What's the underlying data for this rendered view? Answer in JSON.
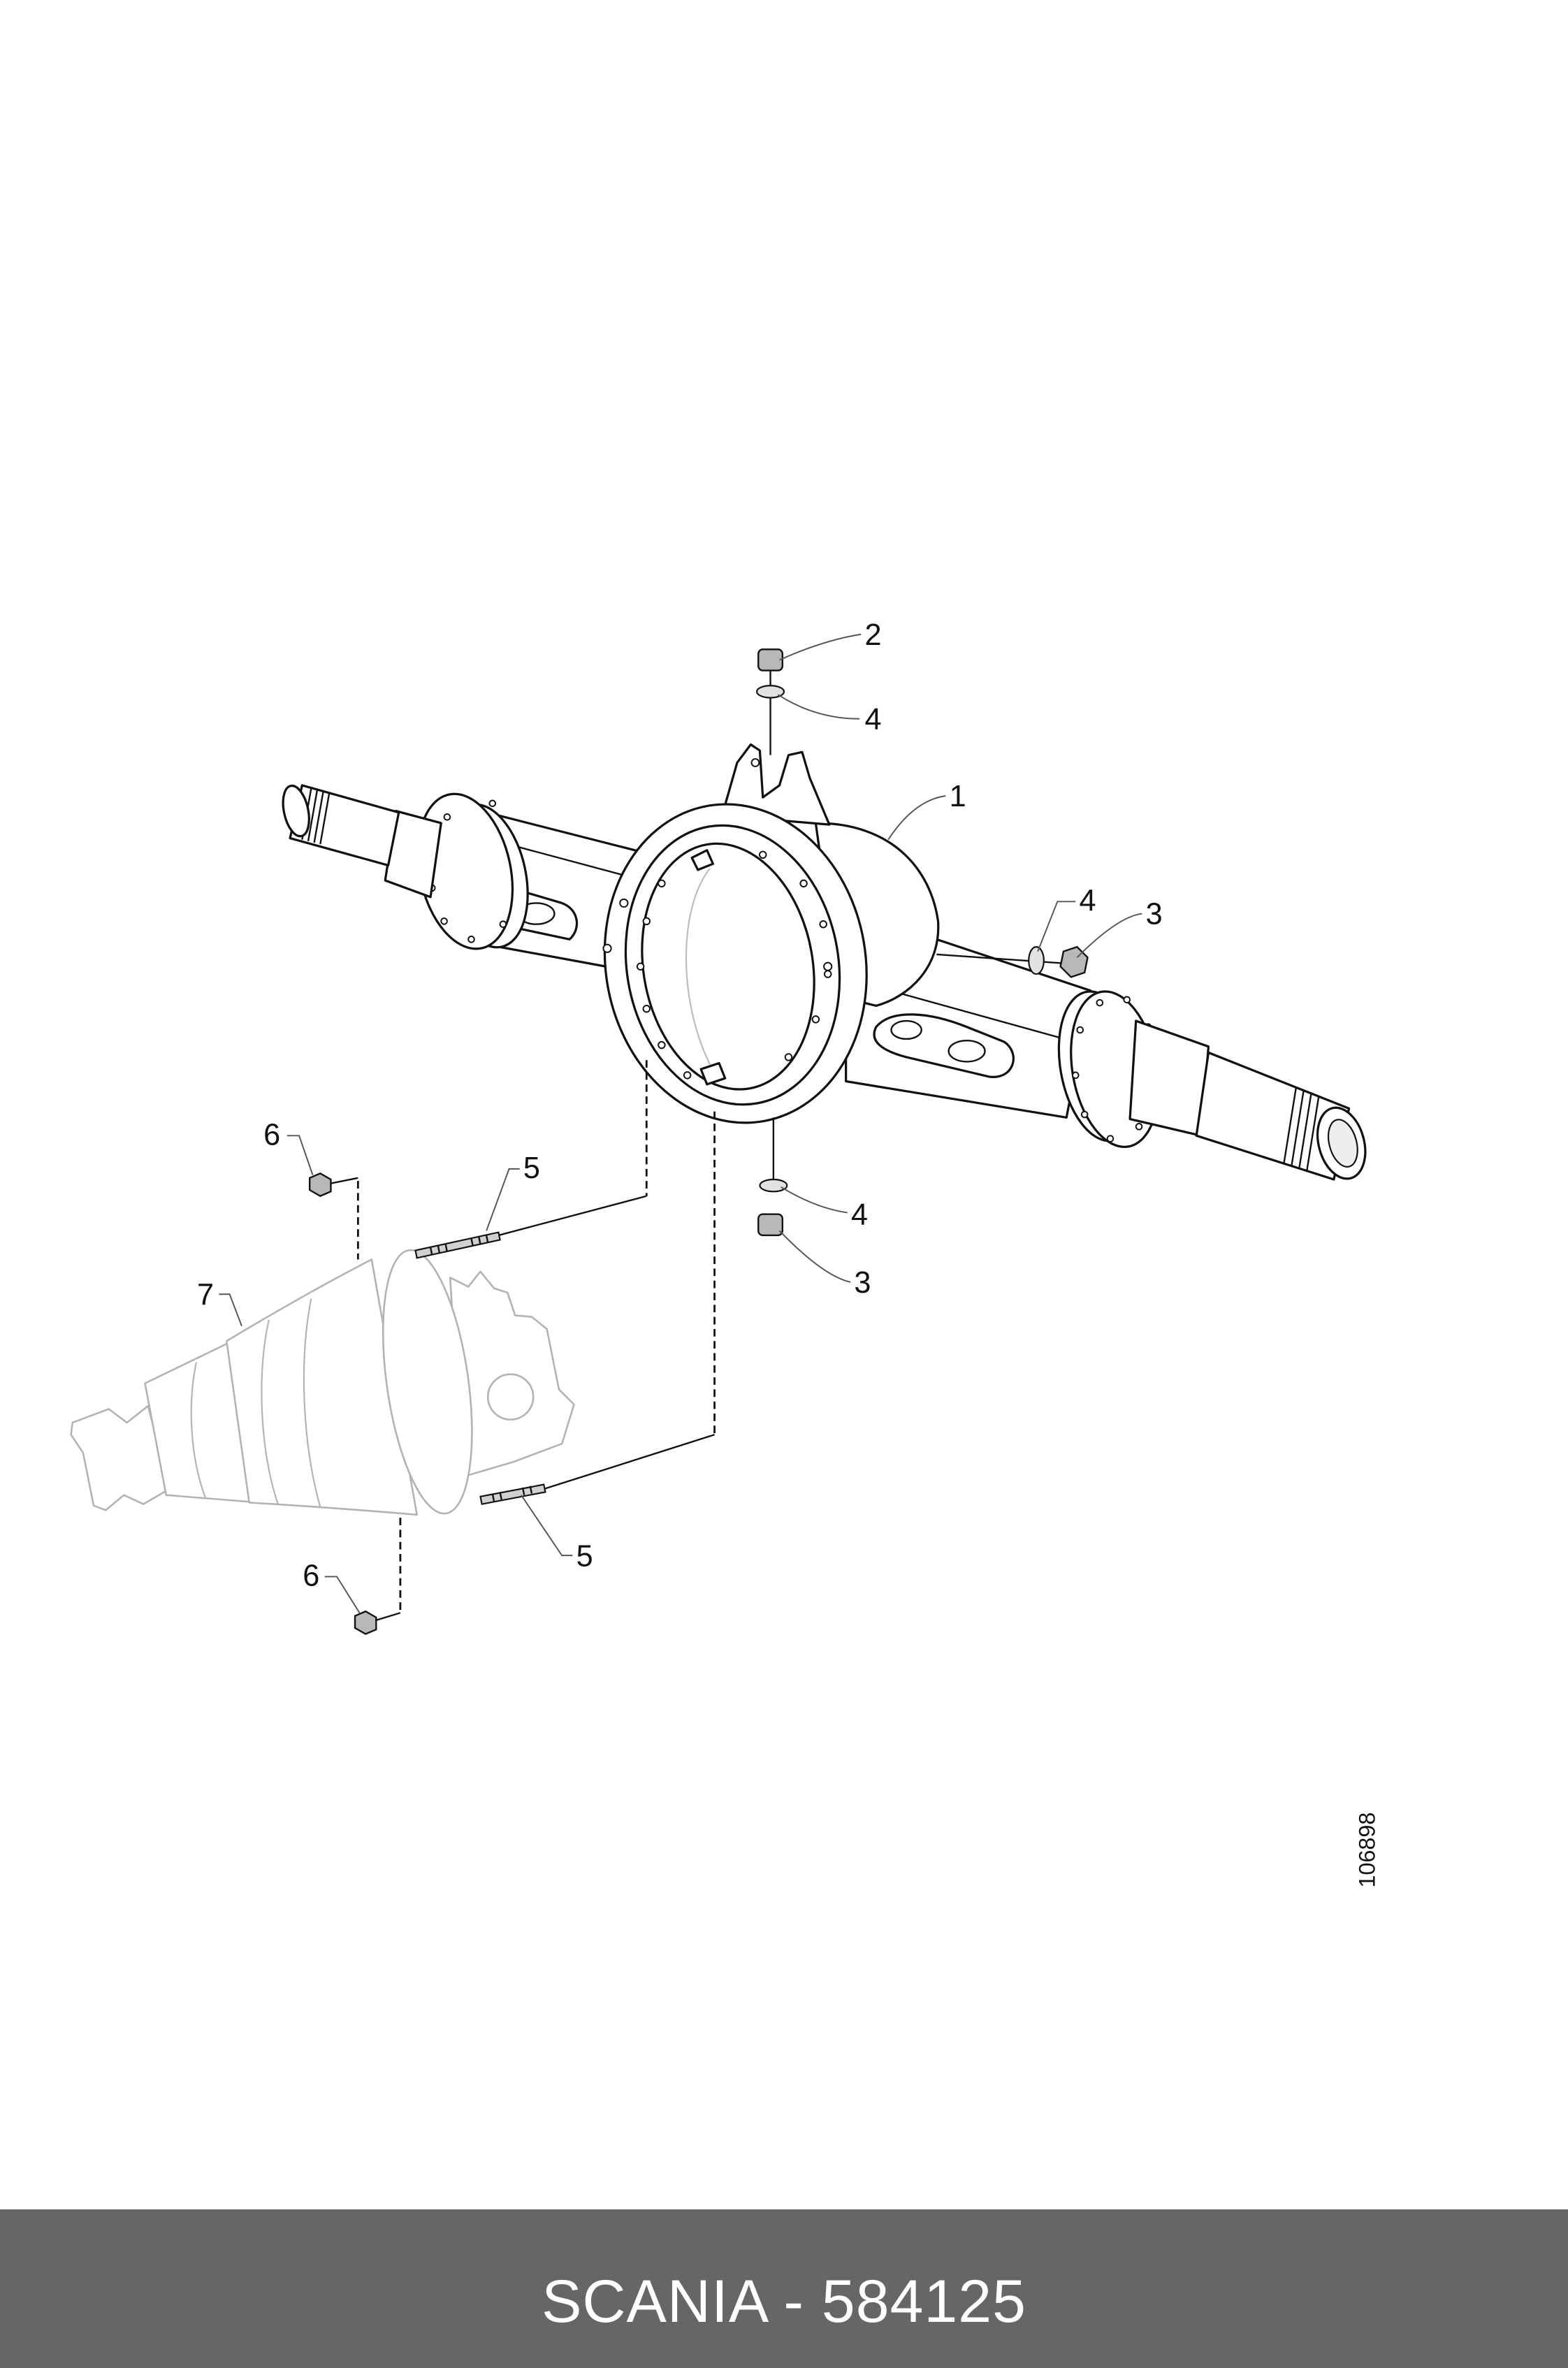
{
  "diagram": {
    "callouts": [
      "2",
      "4",
      "1",
      "4",
      "3",
      "6",
      "5",
      "7",
      "4",
      "3",
      "5",
      "6"
    ],
    "drawing_number": "106898"
  },
  "footer": {
    "text": "SCANIA - 584125"
  },
  "colors": {
    "footer_background": "#666666",
    "footer_text": "#ffffff",
    "axle_line": "#111111",
    "carrier_line": "#b3b3b3"
  }
}
